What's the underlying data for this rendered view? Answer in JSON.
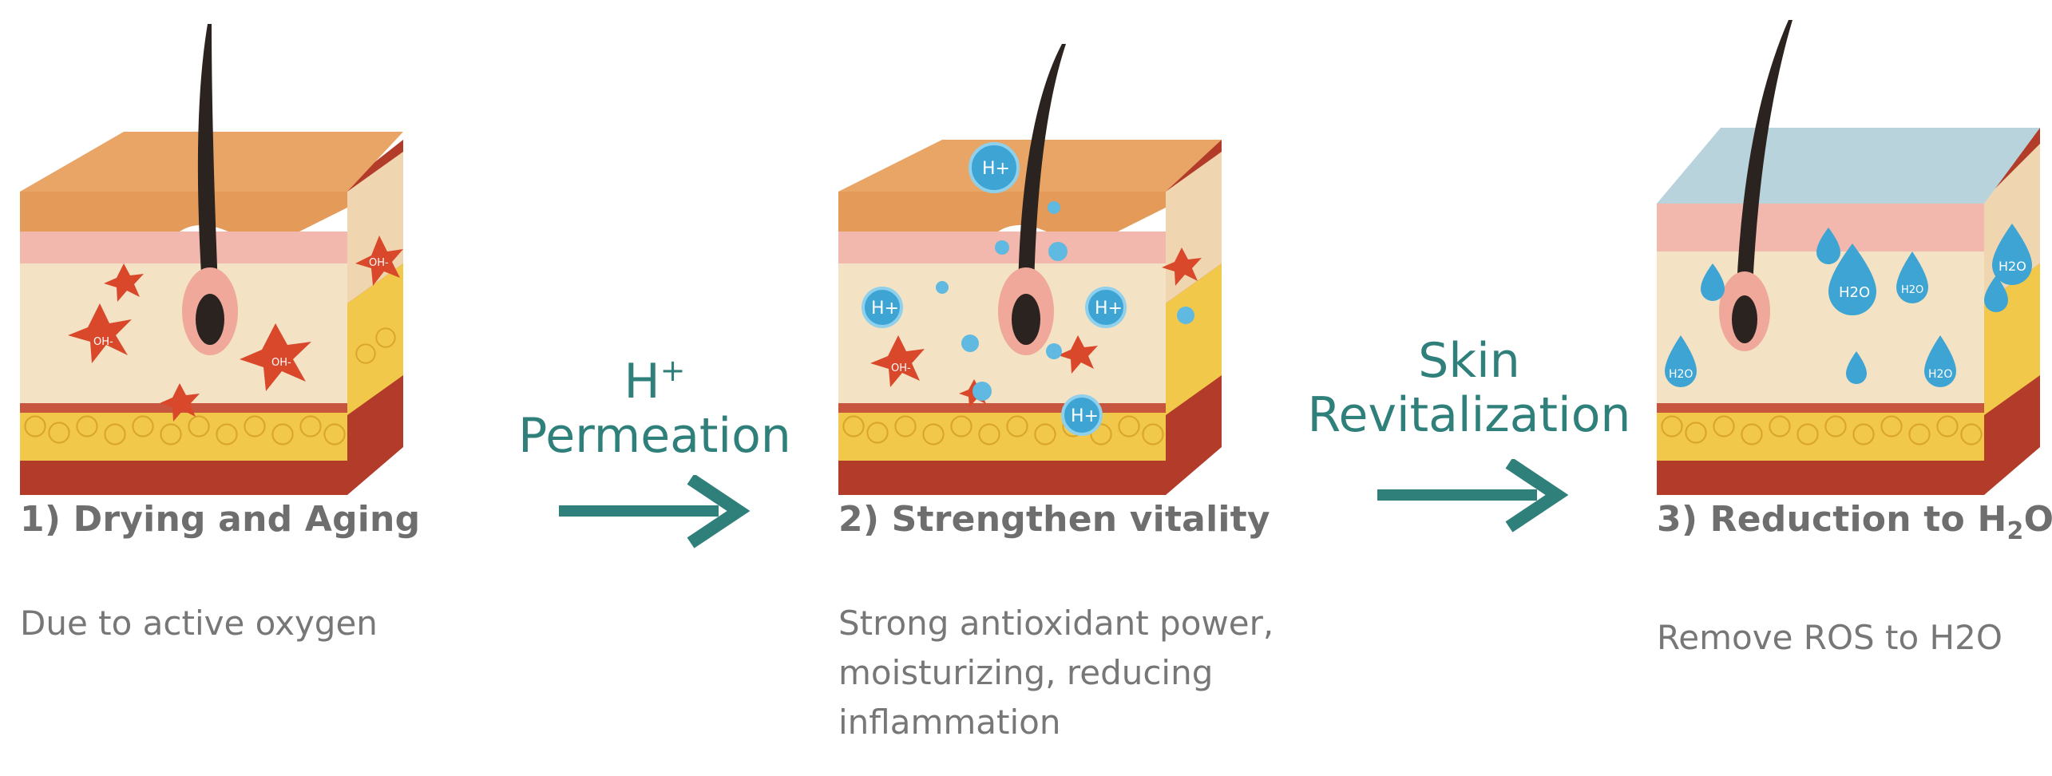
{
  "steps": [
    {
      "number": "1)",
      "title": "Drying and Aging",
      "description": [
        "Due to active oxygen"
      ]
    },
    {
      "number": "2)",
      "title": "Strengthen vitality",
      "description": [
        "Strong antioxidant power,",
        "moisturizing, reducing",
        "inflammation"
      ]
    },
    {
      "number": "3)",
      "title_prefix": "Reduction to H",
      "title_sub": "2",
      "title_suffix": "O",
      "description": [
        "Remove ROS to H2O"
      ]
    }
  ],
  "connectors": [
    {
      "line1_base": "H",
      "line1_sup": "+",
      "line2": "Permeation"
    },
    {
      "line1": "Skin",
      "line2": "Revitalization"
    }
  ],
  "bubble_labels": {
    "hydrogen_ion": "H+",
    "hydroxyl": "OH-",
    "water": "H2O"
  },
  "colors": {
    "accent": "#2f7f7b",
    "text": "#6e6e6e",
    "skin_surface": "#e9a565",
    "dermis": "#f3e2c4",
    "fat": "#f2c84a",
    "muscle": "#c8553d",
    "bubble": "#3da4d4",
    "radical": "#d9482b",
    "barrier": "#b9d3dc"
  }
}
